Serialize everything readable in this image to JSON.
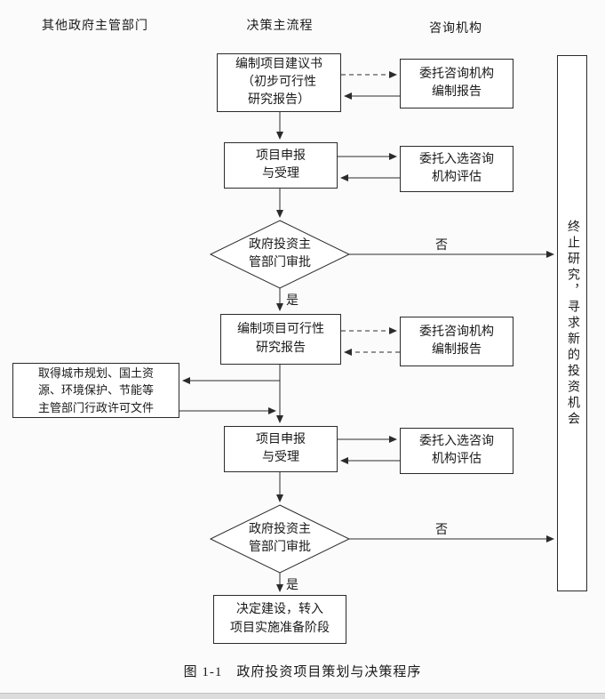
{
  "page": {
    "caption": "图 1-1　政府投资项目策划与决策程序"
  },
  "headers": {
    "left": "其他政府主管部门",
    "center": "决策主流程",
    "right": "咨询机构"
  },
  "flow": {
    "box_proposal": "编制项目建议书\n（初步可行性\n研究报告）",
    "box_apply_1": "项目申报\n与受理",
    "diamond_approval_1": "政府投资主\n管部门审批",
    "label_yes_1": "是",
    "label_no_1": "否",
    "box_feasibility": "编制项目可行性\n研究报告",
    "box_apply_2": "项目申报\n与受理",
    "diamond_approval_2": "政府投资主\n管部门审批",
    "label_yes_2": "是",
    "label_no_2": "否",
    "box_decision": "决定建设，转入\n项目实施准备阶段"
  },
  "consulting": {
    "box_compile_1": "委托咨询机构\n编制报告",
    "box_evaluate_1": "委托入选咨询\n机构评估",
    "box_compile_2": "委托咨询机构\n编制报告",
    "box_evaluate_2": "委托入选咨询\n机构评估"
  },
  "other_dept": {
    "box_permits": "取得城市规划、国土资\n源、环境保护、节能等\n主管部门行政许可文件"
  },
  "terminate": {
    "label": "终止研究，寻求新的投资机会"
  }
}
